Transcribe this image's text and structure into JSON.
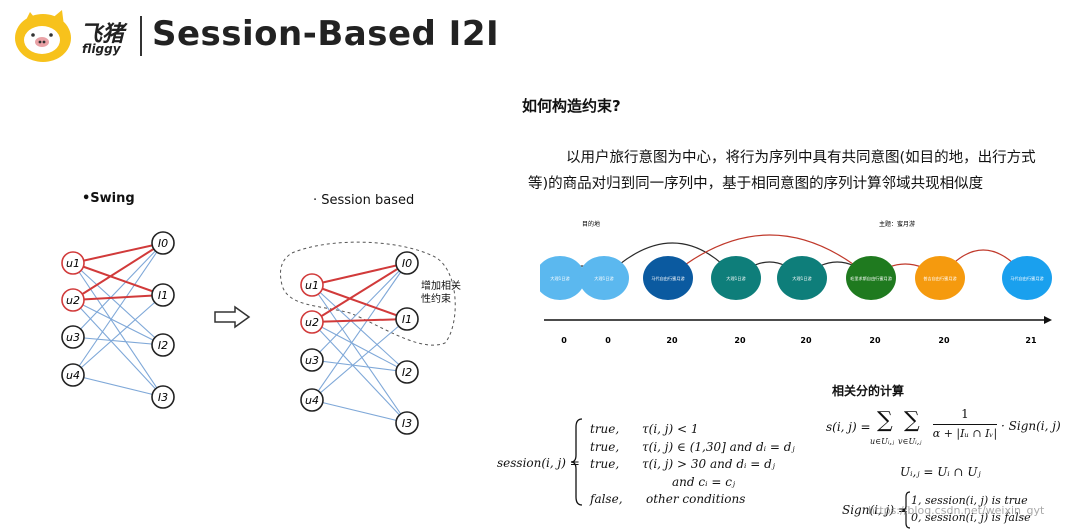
{
  "header": {
    "title": "Session-Based I2I",
    "brand_cn": "飞猪",
    "brand_en": "fliggy"
  },
  "question": "如何构造约束?",
  "description": "以用户旅行意图为中心，将行为序列中具有共同意图(如目的地，出行方式等)的商品对归到同一序列中，基于相同意图的序列计算邻域共现相似度",
  "swing": {
    "label": "•Swing",
    "users": [
      "u1",
      "u2",
      "u3",
      "u4"
    ],
    "items": [
      "I0",
      "I1",
      "I2",
      "I3"
    ]
  },
  "session": {
    "label": "· Session based",
    "annotation_line1": "增加相关",
    "annotation_line2": "性约束"
  },
  "timeline": {
    "label_left": "目的地",
    "label_right": "主题：蜜月游",
    "nodes": [
      {
        "text": "大理1日游",
        "color": "#5bb8ef"
      },
      {
        "text": "大理1日游",
        "color": "#5bb8ef"
      },
      {
        "text": "马代自由行蜜月游",
        "color": "#0b5aa0"
      },
      {
        "text": "大理1日游",
        "color": "#0e7e7a"
      },
      {
        "text": "大理1日游",
        "color": "#0e7e7a"
      },
      {
        "text": "毛里求斯自由行蜜月游",
        "color": "#1f7a1f"
      },
      {
        "text": "普吉自由行蜜月游",
        "color": "#f59a0e"
      },
      {
        "text": "马代自由行蜜月游",
        "color": "#1aa0ee"
      }
    ],
    "ticks": [
      "0",
      "0",
      "20",
      "20",
      "20",
      "20",
      "20",
      "21"
    ]
  },
  "score_title": "相关分的计算",
  "formulas": {
    "session_lhs": "session(i, j) =",
    "cases": [
      {
        "value": "true,",
        "cond": "τ(i, j) < 1"
      },
      {
        "value": "true,",
        "cond": "τ(i, j) ∈ (1,30] and dᵢ = dⱼ"
      },
      {
        "value": "true,",
        "cond": "τ(i, j) > 30 and dᵢ = dⱼ"
      },
      {
        "value": "",
        "cond": "and cᵢ = cⱼ"
      },
      {
        "value": "false,",
        "cond": "other conditions"
      }
    ],
    "s_lhs": "s(i, j) =",
    "s_sum1": "∑",
    "s_sum1_sub": "u∈Uᵢ,ⱼ",
    "s_sum2": "∑",
    "s_sum2_sub": "v∈Uᵢ,ⱼ",
    "s_num": "1",
    "s_den": "α + |Iᵤ ∩ Iᵥ|",
    "s_tail": "· Sign(i, j)",
    "u_eq": "Uᵢ,ⱼ = Uᵢ ∩ Uⱼ",
    "sign_lhs": "Sign(i, j) =",
    "sign_case1": "1, session(i, j) is true",
    "sign_case2": "0, session(i, j) is false"
  },
  "watermark": "https://blog.csdn.net/weixin_gyt"
}
